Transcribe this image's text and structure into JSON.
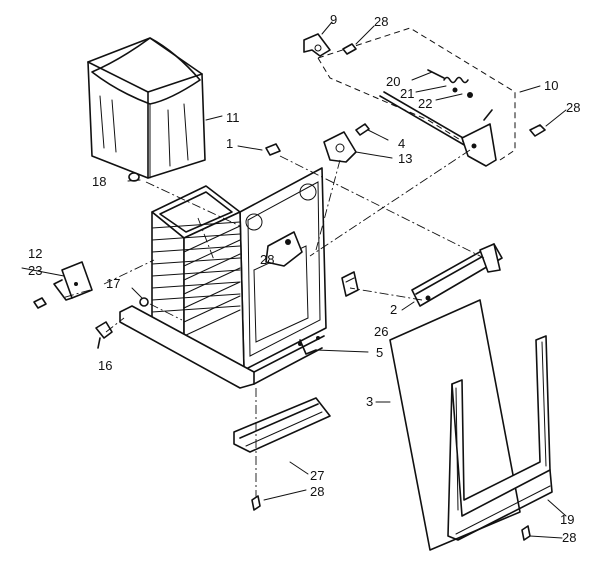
{
  "callouts": {
    "c1": "1",
    "c2": "2",
    "c3": "3",
    "c4": "4",
    "c5": "5",
    "c9": "9",
    "c10": "10",
    "c11": "11",
    "c12": "12",
    "c13": "13",
    "c16": "16",
    "c17": "17",
    "c18": "18",
    "c19": "19",
    "c20": "20",
    "c21": "21",
    "c22": "22",
    "c23": "23",
    "c26": "26",
    "c27": "27",
    "c28a": "28",
    "c28b": "28",
    "c28c": "28",
    "c28d": "28",
    "c28e": "28"
  }
}
